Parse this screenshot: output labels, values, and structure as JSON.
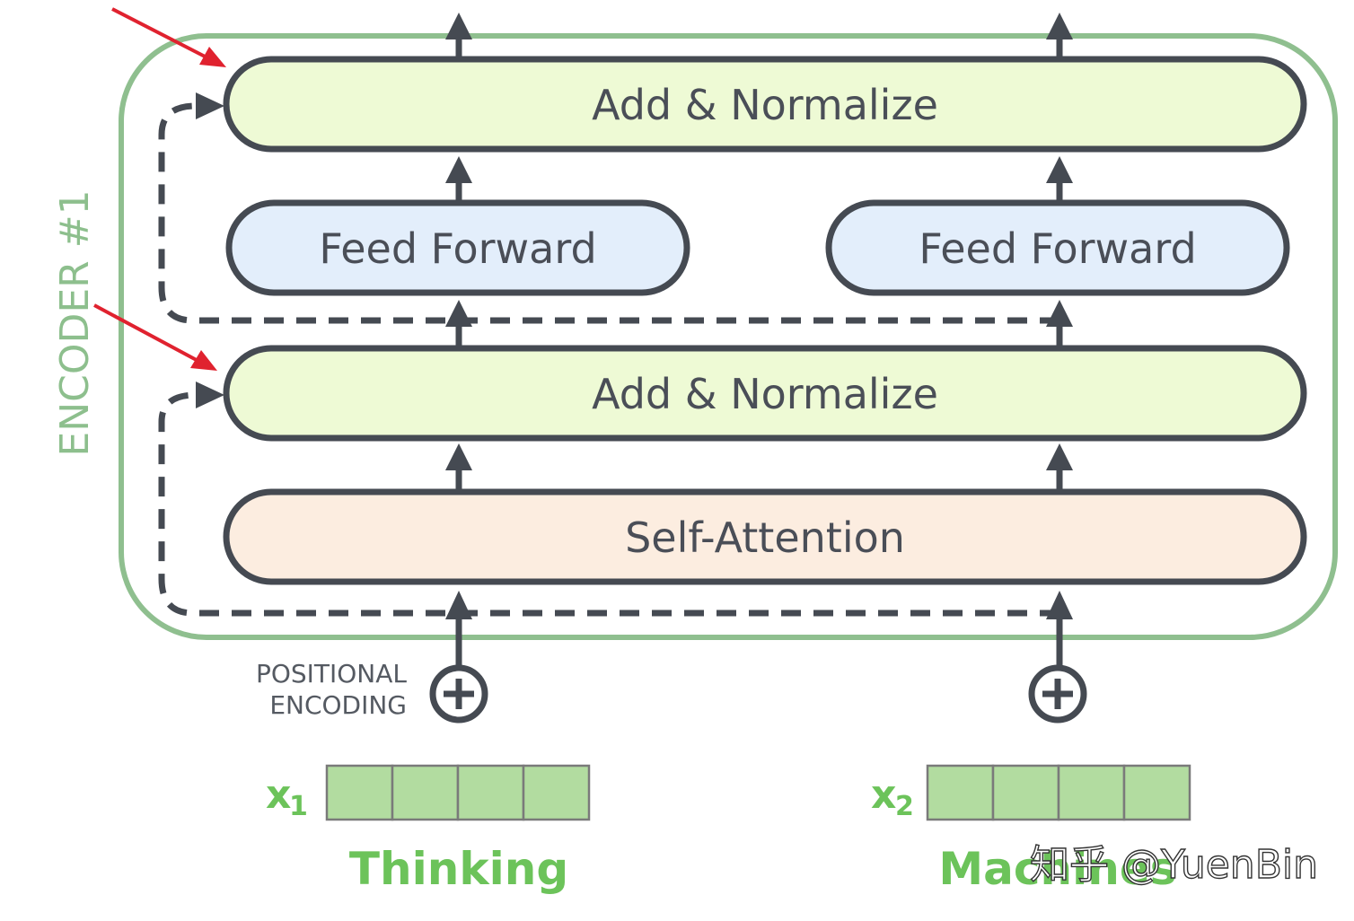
{
  "encoder": {
    "label": "ENCODER #1",
    "border_color": "#8fbf8f"
  },
  "layers": {
    "add_norm_top": "Add & Normalize",
    "feed_forward_left": "Feed Forward",
    "feed_forward_right": "Feed Forward",
    "add_norm_bottom": "Add & Normalize",
    "self_attention": "Self-Attention"
  },
  "positional_encoding": {
    "line1": "POSITIONAL",
    "line2": "ENCODING"
  },
  "inputs": [
    {
      "symbol": "x",
      "subscript": "1",
      "word": "Thinking"
    },
    {
      "symbol": "x",
      "subscript": "2",
      "word": "Machines"
    }
  ],
  "watermark": "知乎 @YuenBin",
  "colors": {
    "add_norm_fill": "#eefad5",
    "feed_forward_fill": "#e3eefb",
    "self_attention_fill": "#fcede0",
    "stroke": "#454a52",
    "embedding_fill": "#b2dca0",
    "input_text": "#6cc35a",
    "highlight_arrow": "#e0222f"
  }
}
